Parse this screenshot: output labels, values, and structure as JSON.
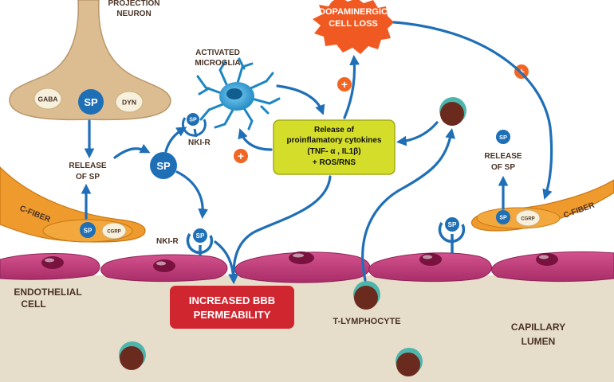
{
  "labels": {
    "projection_neuron": [
      "PROJECTION",
      "NEURON"
    ],
    "gaba": "GABA",
    "sp": "SP",
    "dyn": "DYN",
    "release_of_sp_left": [
      "RELEASE",
      "OF SP"
    ],
    "c_fiber": "C-FIBER",
    "cgrp": "CGRP",
    "activated_microglia": [
      "ACTIVATED",
      "MICROGLIA"
    ],
    "nki_r": "NKI-R",
    "cytokines_box": [
      "Release of",
      "proinflamatory cytokines",
      "(TNF- α , IL1β)",
      "+ ROS/RNS"
    ],
    "dopaminergic_cell_loss": [
      "DOPAMINERGIC",
      "CELL LOSS"
    ],
    "release_of_sp_right": [
      "RELEASE",
      "OF SP"
    ],
    "endothelial_cell": [
      "ENDOTHELIAL",
      "CELL"
    ],
    "increased_bbb": [
      "INCREASED BBB",
      "PERMEABILITY"
    ],
    "t_lymphocyte": "T-LYMPHOCYTE",
    "capillary_lumen": [
      "CAPILLARY",
      "LUMEN"
    ],
    "plus": "+"
  },
  "colors": {
    "arrow": "#1f6fb7",
    "sp_circle": "#1f6fb7",
    "neuron": "#d9b98c",
    "c_fiber": "#ef9a2c",
    "endothelial": "#c23b7a",
    "cytokines_box": "#d4de2a",
    "bbb_box": "#d0262f",
    "burst": "#f05a22",
    "plus": "#f26522",
    "lumen": "#e7ddcb",
    "microglia": "#2d9fd6",
    "lymphocyte_cap": "#4db6ac",
    "lymphocyte_body": "#6b2a1e"
  }
}
